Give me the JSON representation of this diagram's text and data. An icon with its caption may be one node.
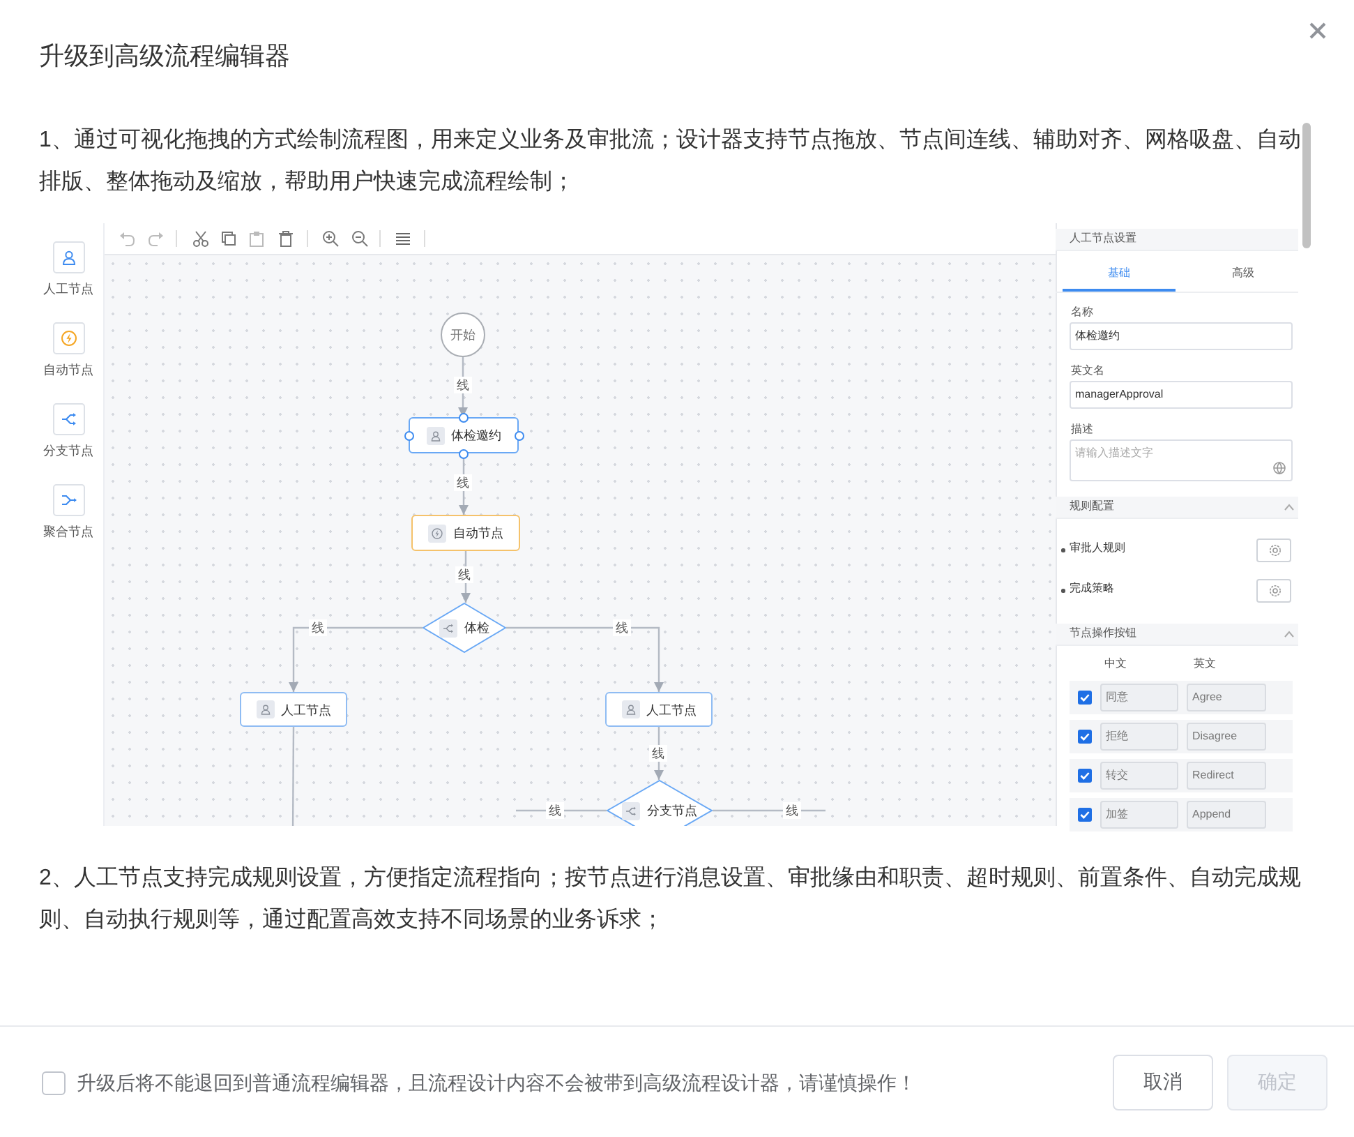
{
  "diagram": {
    "title": "升级到高级流程编辑器",
    "nodes": [
      {
        "text": [
          "开始"
        ]
      },
      {
        "text": [
          "体检邀约"
        ]
      },
      {
        "text": [
          "自动节点"
        ]
      },
      {
        "text": [
          "体检"
        ]
      },
      {
        "text": [
          "人工节点"
        ]
      },
      {
        "text": [
          "人工节点"
        ]
      },
      {
        "text": [
          "分支节点"
        ]
      }
    ],
    "edges": [
      {
        "from": 0,
        "to": 1,
        "arrow": "to",
        "label": "线"
      },
      {
        "from": 1,
        "to": 2,
        "arrow": "to",
        "label": "线"
      },
      {
        "from": 2,
        "to": 3,
        "arrow": "to",
        "label": "线"
      },
      {
        "from": 3,
        "to": 4,
        "arrow": "to",
        "label": "线"
      },
      {
        "from": 3,
        "to": 5,
        "arrow": "to",
        "label": "线"
      },
      {
        "from": 5,
        "to": 6,
        "arrow": "to",
        "label": "线"
      },
      {
        "from": 6,
        "to": null,
        "arrow": "none",
        "label": "线"
      },
      {
        "from": 6,
        "to": null,
        "arrow": "none",
        "label": "线"
      },
      {
        "from": 4,
        "to": null,
        "arrow": "none"
      }
    ],
    "labels": [
      "1、通过可视化拖拽的方式绘制流程图，用来定义业务及审批流；设计器支持节点拖放、节点间连线、辅助对齐、网格吸盘、自动排版、整体拖动及缩放，帮助用户快速完成流程绘制；",
      "人工节点",
      "自动节点",
      "分支节点",
      "聚合节点",
      "人工节点设置",
      "基础",
      "高级",
      "名称",
      "体检邀约",
      "英文名",
      "managerApproval",
      "描述",
      "请输入描述文字",
      "规则配置",
      "审批人规则",
      "完成策略",
      "节点操作按钮",
      "中文",
      "英文",
      "同意",
      "Agree",
      "拒绝",
      "Disagree",
      "转交",
      "Redirect",
      "加签",
      "Append",
      "2、人工节点支持完成规则设置，方便指定流程指向；按节点进行消息设置、审批缘由和职责、超时规则、前置条件、自动完成规则、自动执行规则等，通过配置高效支持不同场景的业务诉求；",
      "升级后将不能退回到普通流程编辑器，且流程设计内容不会被带到高级流程设计器，请谨慎操作！",
      "取消",
      "确定"
    ]
  }
}
